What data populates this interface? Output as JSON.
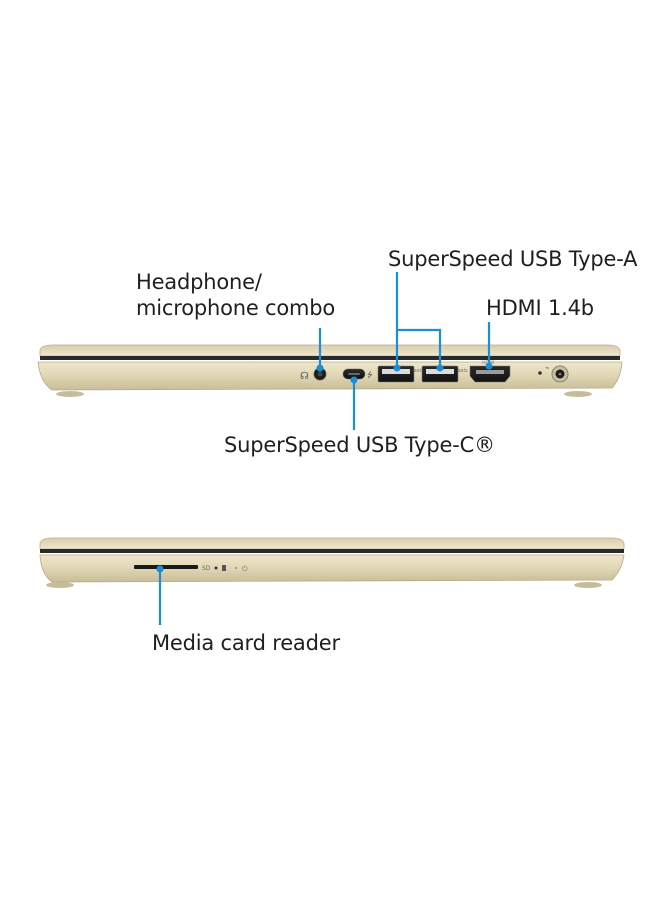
{
  "figure": {
    "views": [
      {
        "name": "left-side-view"
      },
      {
        "name": "right-side-view"
      }
    ],
    "callout_color": "#1a8fd6",
    "body_color": "#e2d8b8"
  },
  "labels": {
    "headphone_line1": "Headphone/",
    "headphone_line2": "microphone combo",
    "usb_a": "SuperSpeed USB Type-A",
    "hdmi": "HDMI 1.4b",
    "usb_c": "SuperSpeed USB Type-C®",
    "card_reader": "Media card reader"
  },
  "icons": {
    "headphone": "headphone-icon",
    "usb_c": "usb-c-port-icon",
    "usb_a": "usb-a-port-icon",
    "hdmi": "hdmi-port-icon",
    "power": "power-jack-icon",
    "sd": "sd-slot-icon"
  }
}
